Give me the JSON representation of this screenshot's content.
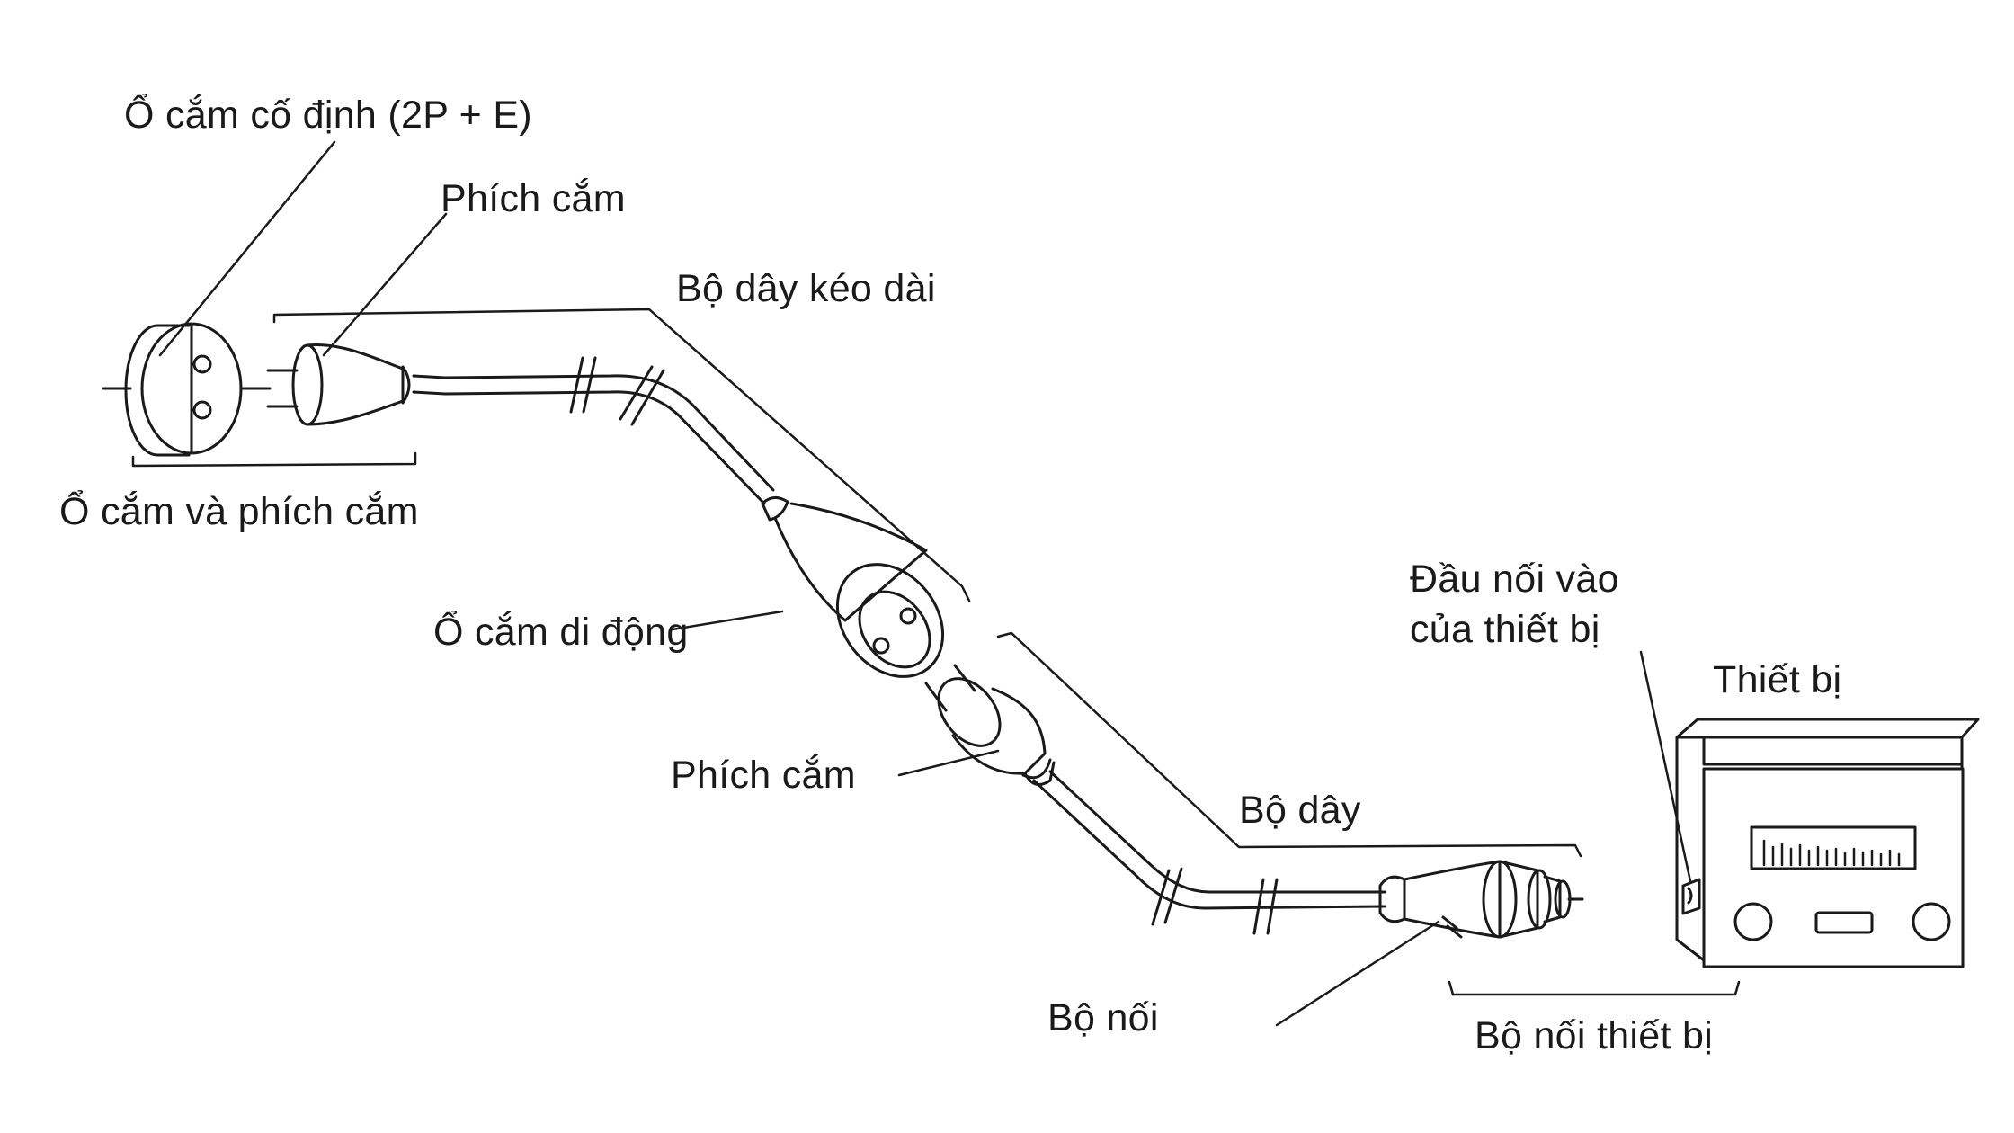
{
  "labels": {
    "fixed_socket": "Ổ cắm cố định (2P + E)",
    "plug_top": "Phích cắm",
    "extension_cord_set": "Bộ dây kéo dài",
    "socket_and_plug": "Ổ cắm và phích cắm",
    "portable_socket": "Ổ cắm di động",
    "plug_middle": "Phích cắm",
    "cord_set": "Bộ dây",
    "connector": "Bộ nối",
    "appliance_inlet_line1": "Đầu nối vào",
    "appliance_inlet_line2": "của thiết bị",
    "appliance": "Thiết bị",
    "appliance_coupler": "Bộ nối thiết bị"
  },
  "colors": {
    "ink": "#1a1a1a",
    "background": "#ffffff"
  }
}
